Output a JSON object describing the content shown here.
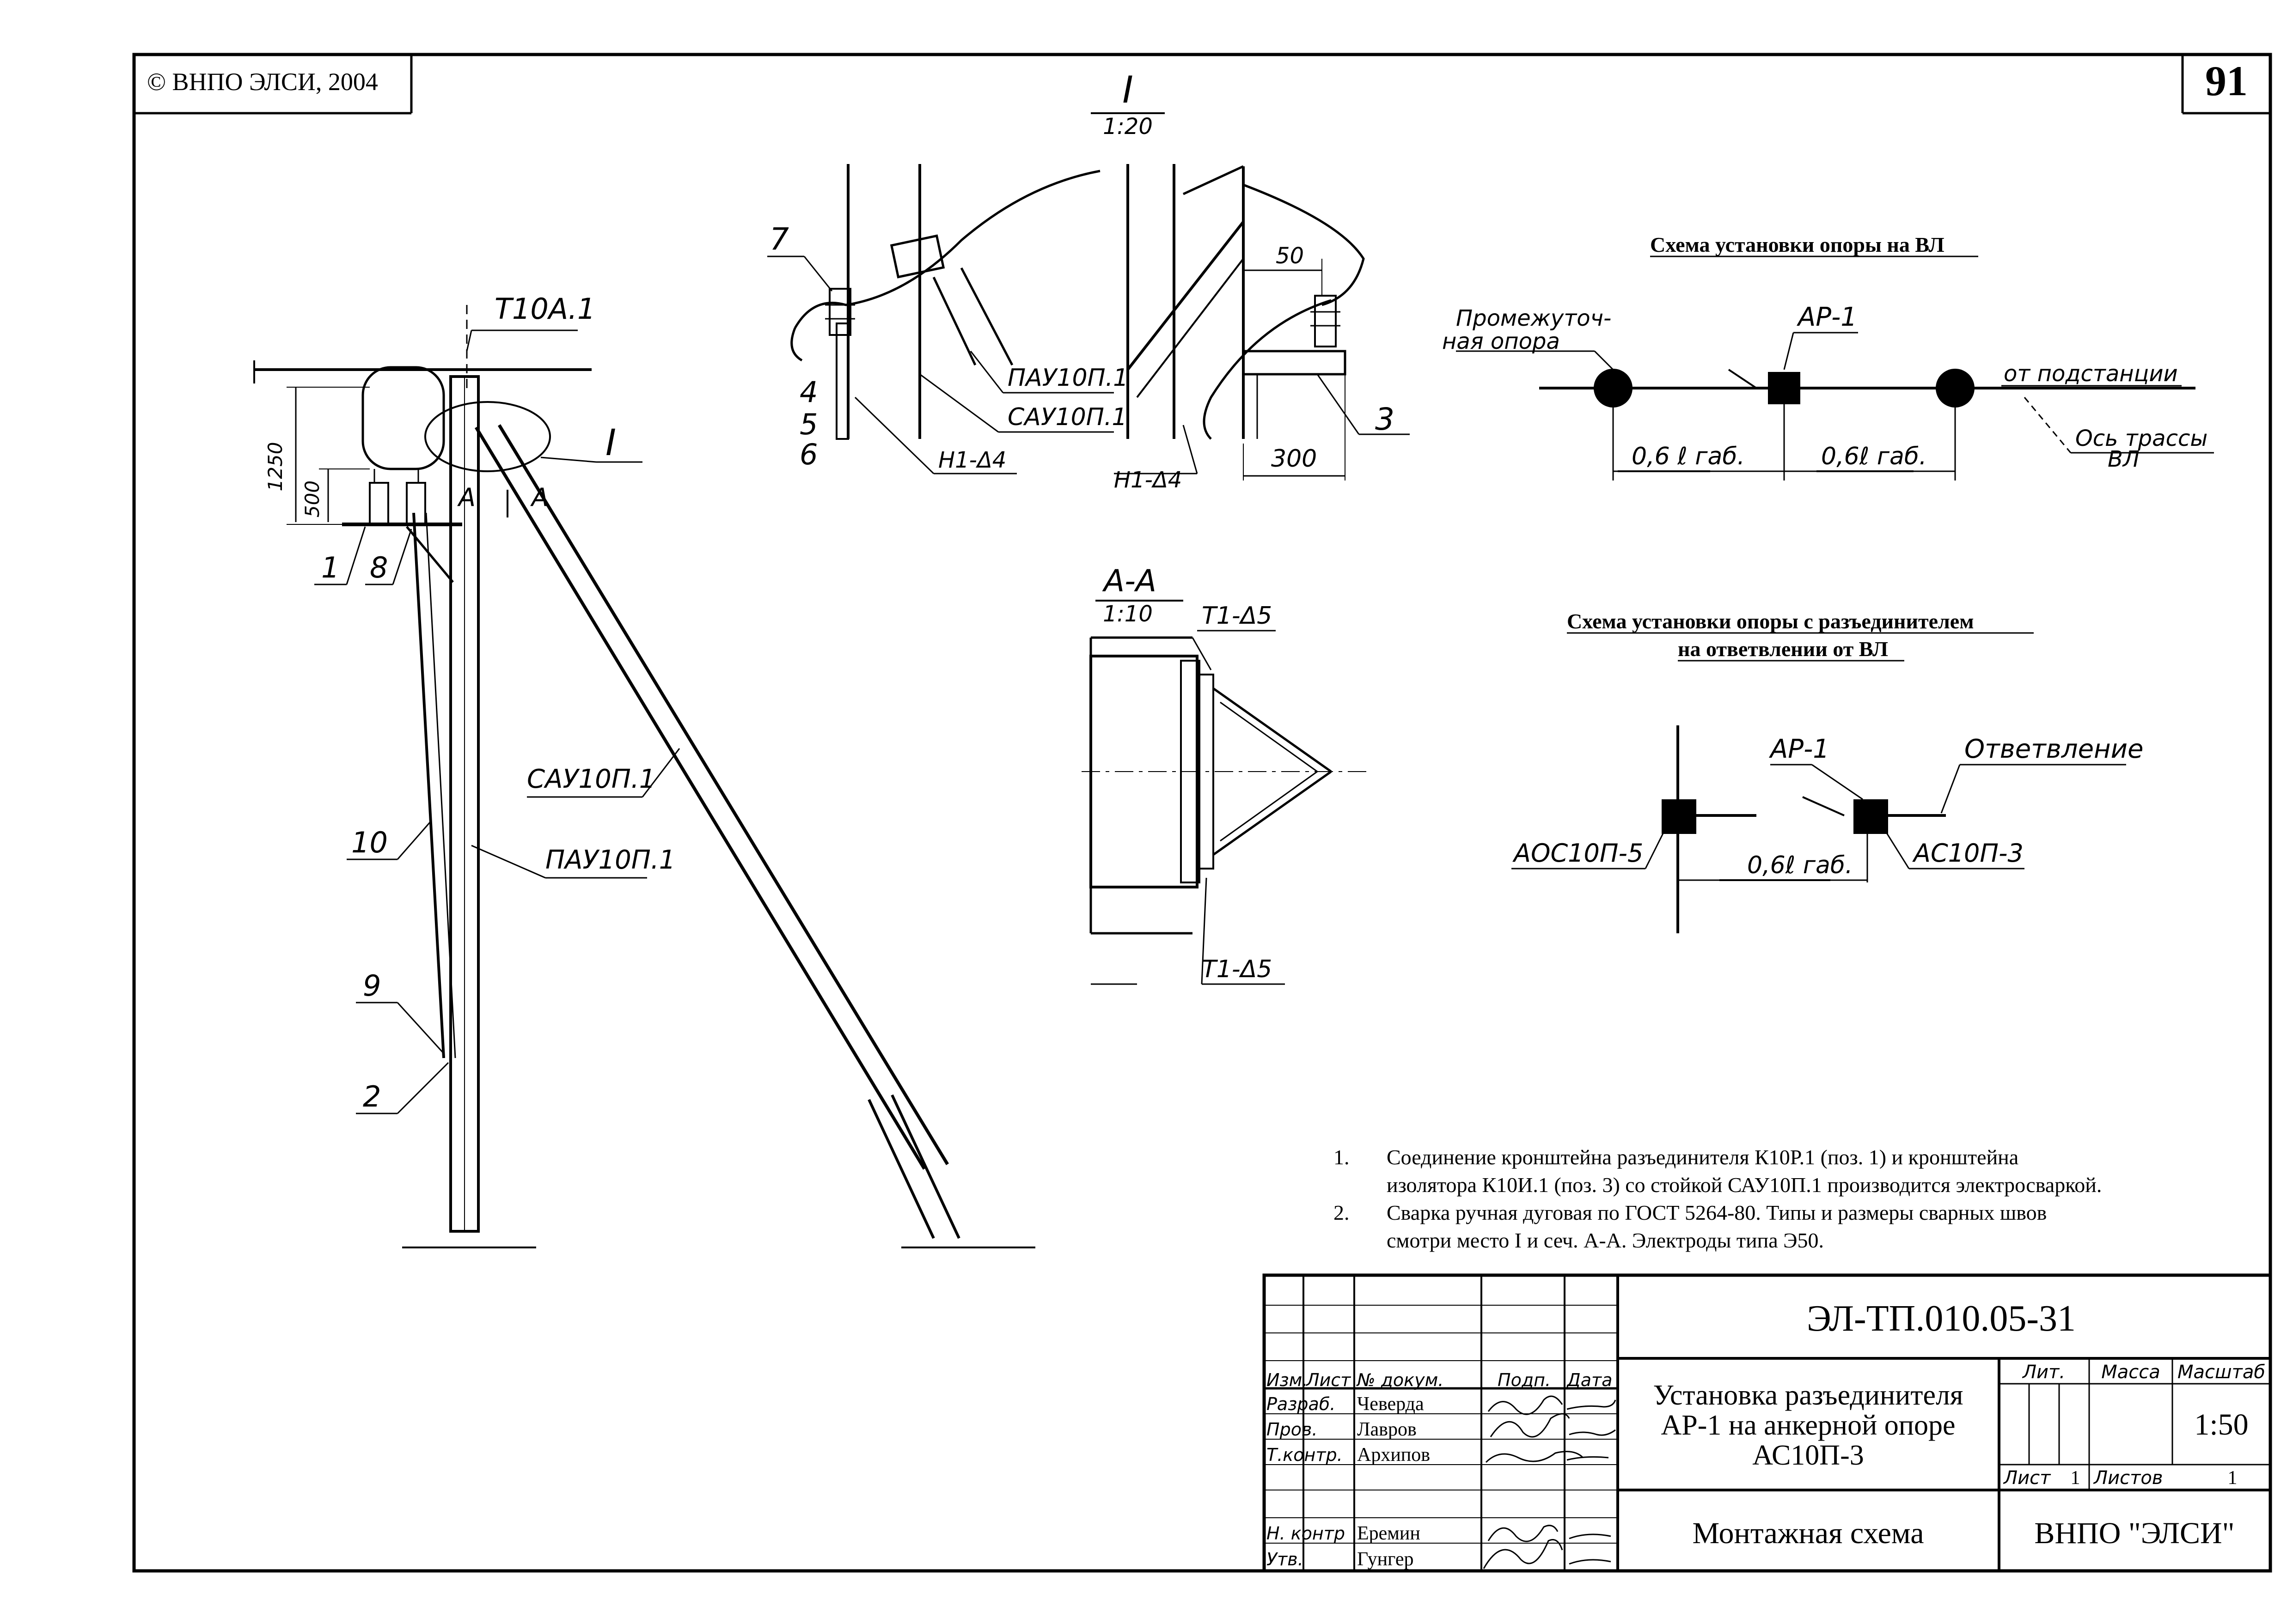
{
  "header": {
    "copyright": "© ВНПО ЭЛСИ, 2004",
    "sheet_number": "91"
  },
  "view_one": {
    "mark": "I",
    "scale": "1:20"
  },
  "section_aa": {
    "mark": "А-А",
    "scale": "1:10"
  },
  "main_labels": {
    "t10a": "Т10А.1",
    "dim_1250": "1250",
    "dim_500": "500",
    "callout_i": "I",
    "section_a": "А",
    "sau_strut": "САУ10П.1",
    "pau_pole": "ПАУ10П.1",
    "pos_1": "1",
    "pos_8": "8",
    "pos_10": "10",
    "pos_9": "9",
    "pos_2": "2"
  },
  "detail_labels": {
    "pos_7": "7",
    "pos_4": "4",
    "pos_5": "5",
    "pos_6": "6",
    "pau": "ПАУ10П.1",
    "sau": "САУ10П.1",
    "weld_left": "Н1-Δ4",
    "weld_right": "Н1-Δ4",
    "dim_50": "50",
    "dim_300": "300",
    "pos_3": "3"
  },
  "section_labels": {
    "weld_top": "Т1-Δ5",
    "weld_bottom": "Т1-Δ5"
  },
  "scheme_line": {
    "title": "Схема установки опоры на ВЛ",
    "intermediate": [
      "Промежуточ-",
      "ная опора"
    ],
    "switch": "АР-1",
    "from_substation": "от подстанции",
    "dim_left": "0,6 ℓ габ.",
    "dim_right": "0,6ℓ габ.",
    "axis": [
      "Ось трассы",
      "ВЛ"
    ]
  },
  "scheme_branch": {
    "title": [
      "Схема установки опоры с разъединителем",
      "на ответвлении от ВЛ"
    ],
    "switch": "АР-1",
    "branch": "Ответвление",
    "aos": "АОС10П-5",
    "ac": "АС10П-3",
    "dim": "0,6ℓ габ."
  },
  "notes": [
    {
      "num": "1.",
      "lines": [
        "Соединение кронштейна разъединителя  К10Р.1 (поз. 1)  и кронштейна",
        "изолятора К10И.1 (поз. 3) со стойкой САУ10П.1 производится  электросваркой."
      ]
    },
    {
      "num": "2.",
      "lines": [
        "Сварка ручная дуговая по ГОСТ 5264-80. Типы и размеры сварных швов",
        "смотри место I и сеч. А-А. Электроды типа Э50."
      ]
    }
  ],
  "title_block": {
    "doc_code": "ЭЛ-ТП.010.05-31",
    "title": [
      "Установка разъединителя",
      "АР-1 на анкерной опоре",
      "АС10П-3"
    ],
    "header_cols": [
      "Изм.",
      "Лист",
      "№ докум.",
      "Подп.",
      "Дата"
    ],
    "roles": [
      {
        "role": "Разраб.",
        "name": "Чеверда"
      },
      {
        "role": "Пров.",
        "name": "Лавров"
      },
      {
        "role": "Т.контр.",
        "name": "Архипов"
      },
      {
        "role": "Н. контр",
        "name": "Еремин"
      },
      {
        "role": "Утв.",
        "name": "Гунгер"
      }
    ],
    "lit_label": "Лит.",
    "mass_label": "Масса",
    "scale_label": "Масштаб",
    "scale_value": "1:50",
    "sheet_label": "Лист",
    "sheet_value": "1",
    "sheets_label": "Листов",
    "sheets_value": "1",
    "drawing_type": "Монтажная схема",
    "organization": "ВНПО \"ЭЛСИ\""
  }
}
